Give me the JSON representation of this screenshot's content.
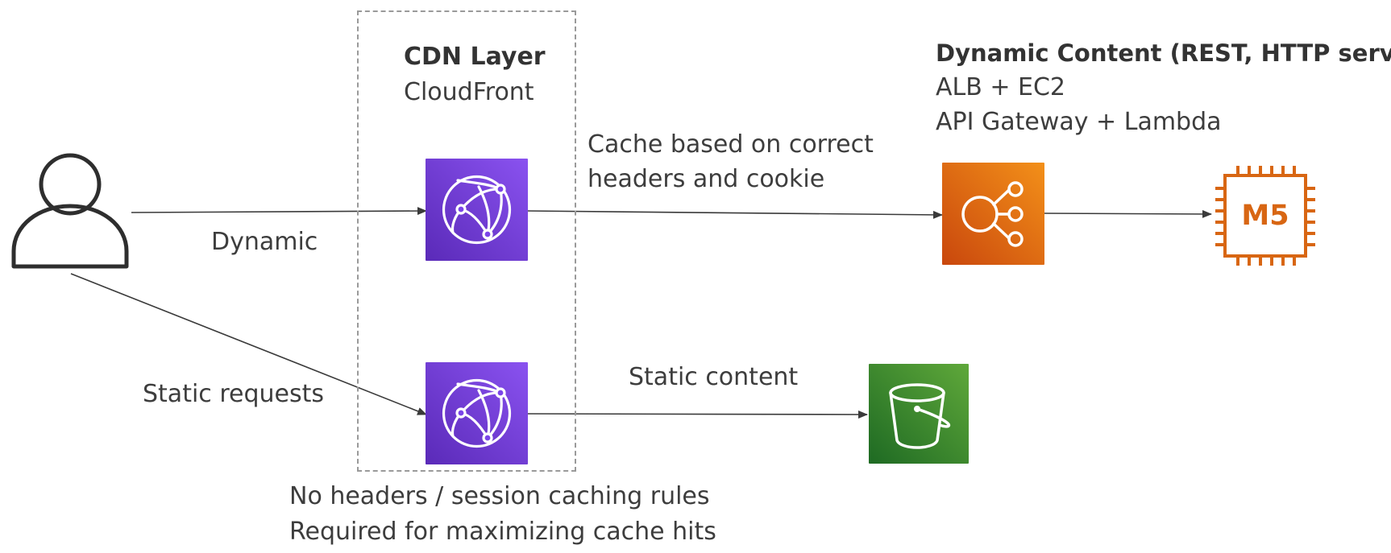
{
  "cdn_layer": {
    "title": "CDN Layer",
    "subtitle": "CloudFront"
  },
  "dynamic_content": {
    "title": "Dynamic Content (REST, HTTP server):",
    "line1": "ALB + EC2",
    "line2": "API Gateway + Lambda"
  },
  "cache_note": {
    "line1": "Cache based on correct",
    "line2": "headers and cookie"
  },
  "labels": {
    "dynamic": "Dynamic",
    "static_requests": "Static requests",
    "static_content": "Static content"
  },
  "bottom_note": {
    "line1": "No headers / session caching rules",
    "line2": "Required for maximizing cache hits"
  },
  "ec2_badge": "M5",
  "icons": {
    "user": "user-icon",
    "cloudfront": "cloudfront-icon",
    "load_balancer": "elastic-load-balancer-icon",
    "ec2_instance": "ec2-m5-instance-icon",
    "s3_bucket": "s3-bucket-icon"
  },
  "colors": {
    "cloudfront": "#8c4fff",
    "load_balancer": "#ed7100",
    "ec2": "#d86613",
    "s3": "#3f8624",
    "line": "#3a3a3a",
    "dashed_border": "#9a9a9a"
  }
}
